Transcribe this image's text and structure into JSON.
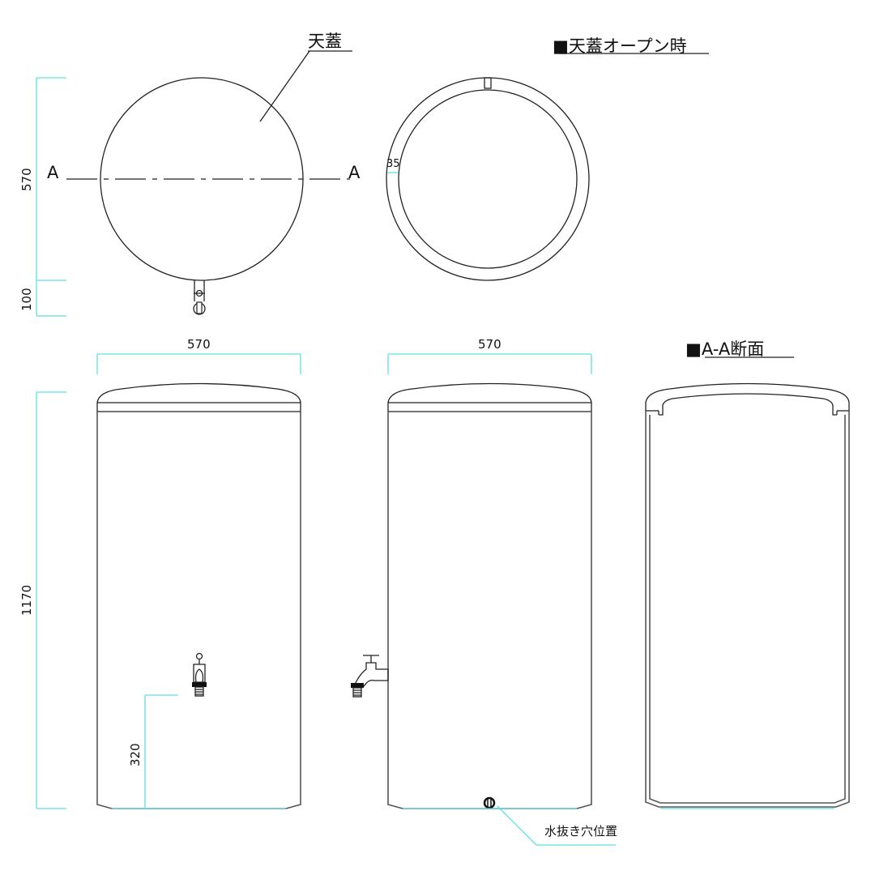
{
  "labels": {
    "lid_callout": "天蓋",
    "lid_open_title": "■天蓋オープン時",
    "section_title": "■A-A断面",
    "section_mark_left": "A",
    "section_mark_right": "A",
    "drain_callout": "水抜き穴位置"
  },
  "dimensions": {
    "top_view_diameter": "570",
    "top_view_faucet_projection": "100",
    "rim_width": "35",
    "front_width": "570",
    "side_width": "570",
    "height": "1170",
    "faucet_height": "320"
  },
  "views": [
    {
      "name": "top-view",
      "description": "Top view with lid, section line A-A, faucet protruding"
    },
    {
      "name": "top-view-lid-open",
      "description": "Top view with lid open showing 35mm rim"
    },
    {
      "name": "front-view",
      "description": "Front elevation with faucet"
    },
    {
      "name": "side-view",
      "description": "Side elevation with faucet and drain hole"
    },
    {
      "name": "section-a-a",
      "description": "A-A cross section"
    }
  ],
  "colors": {
    "line": "#222222",
    "dimension": "#5fe0e6",
    "background": "#ffffff"
  }
}
